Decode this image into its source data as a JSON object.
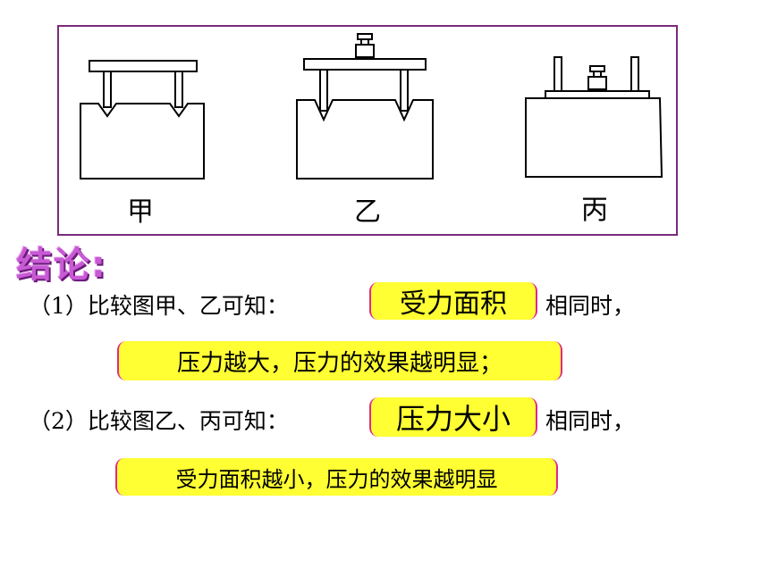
{
  "figure": {
    "captions": [
      "甲",
      "乙",
      "丙"
    ]
  },
  "conclusion": {
    "heading": "结论:",
    "item1": {
      "prefix": "（1）比较图甲、乙可知：",
      "answer": "受力面积",
      "suffix": "相同时，",
      "result": "压力越大，压力的效果越明显；"
    },
    "item2": {
      "prefix": "（2）比较图乙、丙可知：",
      "answer": "压力大小",
      "suffix": "相同时，",
      "result": "受力面积越小，压力的效果越明显"
    }
  }
}
